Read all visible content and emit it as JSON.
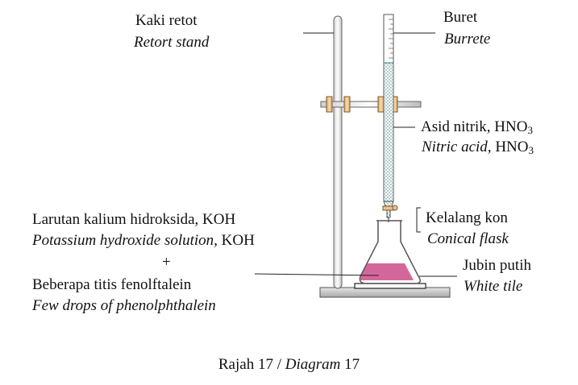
{
  "labels": {
    "retort_stand": {
      "malay": "Kaki retot",
      "english": "Retort stand"
    },
    "burette": {
      "malay": "Buret",
      "english": "Burrete"
    },
    "nitric_acid": {
      "malay": "Asid nitrik, HNO",
      "malay_sub": "3",
      "english": "Nitric acid,",
      "english_formula": " HNO",
      "english_sub": "3"
    },
    "conical_flask": {
      "malay": "Kelalang kon",
      "english": "Conical flask"
    },
    "white_tile": {
      "malay": "Jubin putih",
      "english": "White tile"
    },
    "flask_contents": {
      "line1_malay": "Larutan kalium hidroksida, KOH",
      "line2_english": "Potassium hydroxide solution,",
      "line2_formula": " KOH",
      "plus": "+",
      "line3_malay": "Beberapa titis fenolftalein",
      "line4_english": "Few drops of phenolphthalein"
    }
  },
  "caption": {
    "malay": "Rajah 17",
    "separator": " / ",
    "english": "Diagram",
    "number": " 17"
  },
  "colors": {
    "solution": "#d4679a",
    "stand": "#888888",
    "clamp": "#e9c38b",
    "acid_dots": "#3a7d78"
  }
}
